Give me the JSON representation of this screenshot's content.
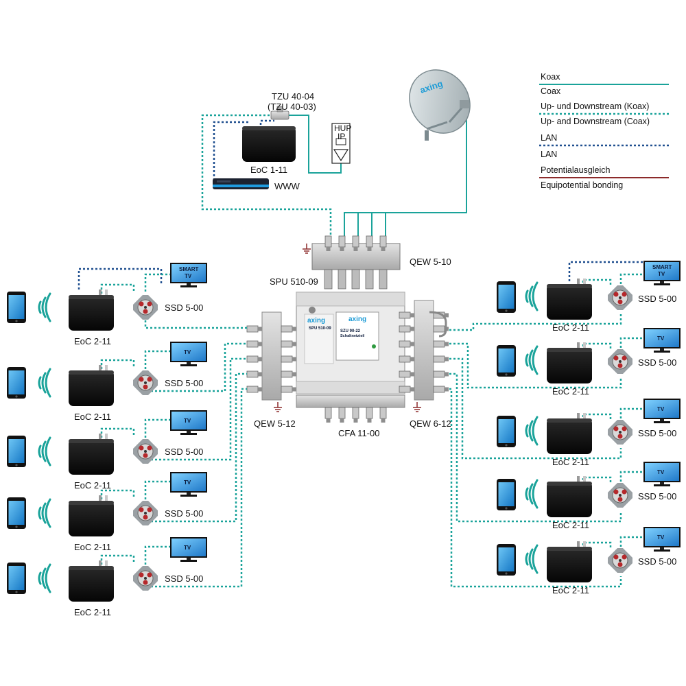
{
  "legend": {
    "coax_de": "Koax",
    "coax_en": "Coax",
    "updown_de": "Up- und Downstream (Koax)",
    "updown_en": "Up- and Downstream (Coax)",
    "lan_de": "LAN",
    "lan_en": "LAN",
    "bond_de": "Potentialausgleich",
    "bond_en": "Equipotential bonding",
    "colors": {
      "coax": "#1aa39a",
      "updown": "#1aa39a",
      "lan": "#1f4f8f",
      "bond": "#8c2a2a"
    }
  },
  "top": {
    "tzu_label": "TZU 40-04",
    "tzu_alt": "(TZU 40-03)",
    "eoc_master": "EoC 1-11",
    "router": "WWW",
    "hup_line1": "HUP",
    "hup_line2": "IP",
    "dish_brand": "axing"
  },
  "center": {
    "qew_top": "QEW 5-10",
    "spu": "SPU 510-09",
    "qew_left": "QEW 5-12",
    "qew_right": "QEW 6-12",
    "cfa": "CFA 11-00",
    "brand_left": "axing",
    "brand_right": "axing",
    "spu_model": "SPU 510-09",
    "szu_model": "SZU 90-22",
    "szu_sub": "Schaltnetzteil"
  },
  "left_rows": [
    {
      "eoc": "EoC 2-11",
      "socket": "SSD 5-00",
      "tv": "SMART TV"
    },
    {
      "eoc": "EoC 2-11",
      "socket": "SSD 5-00",
      "tv": "TV"
    },
    {
      "eoc": "EoC 2-11",
      "socket": "SSD 5-00",
      "tv": "TV"
    },
    {
      "eoc": "EoC 2-11",
      "socket": "SSD 5-00",
      "tv": "TV"
    },
    {
      "eoc": "EoC 2-11",
      "socket": "SSD 5-00",
      "tv": "TV"
    }
  ],
  "right_rows": [
    {
      "eoc": "EoC 2-11",
      "socket": "SSD 5-00",
      "tv": "SMART TV"
    },
    {
      "eoc": "EoC 2-11",
      "socket": "SSD 5-00",
      "tv": "TV"
    },
    {
      "eoc": "EoC 2-11",
      "socket": "SSD 5-00",
      "tv": "TV"
    },
    {
      "eoc": "EoC 2-11",
      "socket": "SSD 5-00",
      "tv": "TV"
    },
    {
      "eoc": "EoC 2-11",
      "socket": "SSD 5-00",
      "tv": "TV"
    }
  ]
}
